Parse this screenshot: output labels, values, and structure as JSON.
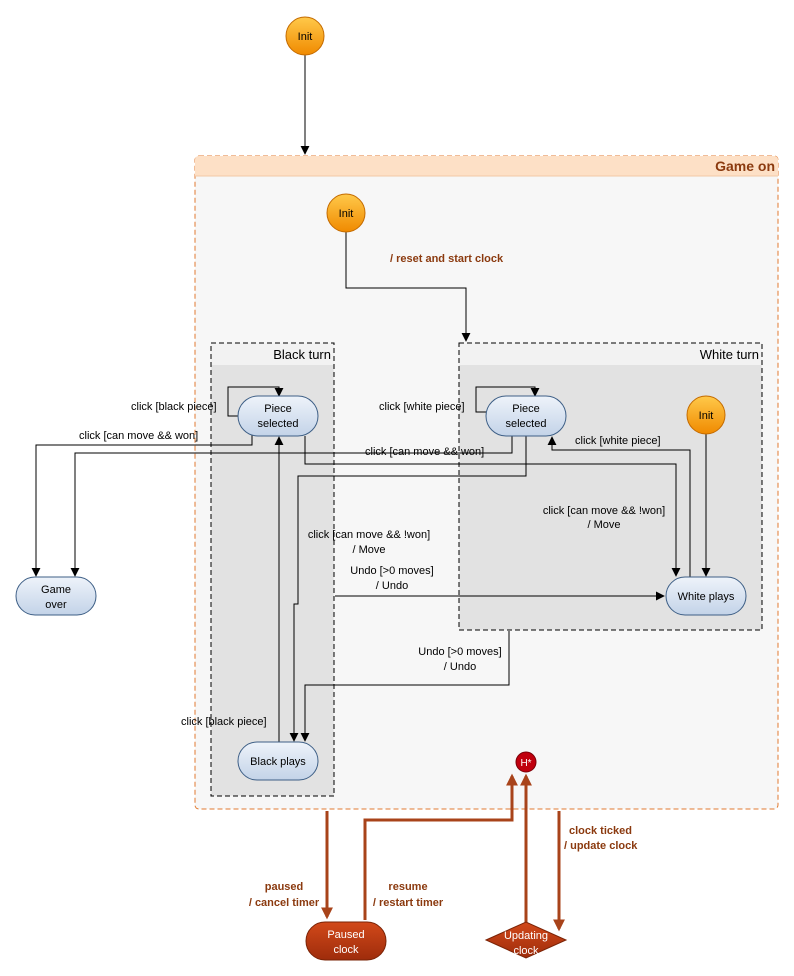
{
  "colors": {
    "init_fill": "#f7a21a",
    "state_fill": "#dbe5f1",
    "state_stroke": "#3e5f86",
    "game_on_fill": "#f7f7f7",
    "game_on_header": "#fde0c6",
    "game_on_border": "#e07a30",
    "turn_fill": "#e2e2e2",
    "brown": "#8b3a0f",
    "paused_fill": "#b83410",
    "history_fill": "#c0000e"
  },
  "nodes": {
    "init_top": "Init",
    "init_inner": "Init",
    "init_white": "Init",
    "black_piece_selected": [
      "Piece",
      "selected"
    ],
    "white_piece_selected": [
      "Piece",
      "selected"
    ],
    "game_over": [
      "Game",
      "over"
    ],
    "white_plays": "White plays",
    "black_plays": "Black plays",
    "history": "H*",
    "paused_clock": [
      "Paused",
      "clock"
    ],
    "updating_clock": [
      "Updating",
      "clock"
    ]
  },
  "containers": {
    "game_on": "Game on",
    "black_turn": "Black turn",
    "white_turn": "White turn"
  },
  "edges": {
    "reset_start": "/ reset and start clock",
    "click_black_piece_self": "click [black piece]",
    "click_white_piece_self": "click [white piece]",
    "click_won_black": "click [can move && won]",
    "click_won_white": "click [can move && won]",
    "click_white_piece": "click [white piece]",
    "white_move": [
      "click [can move && !won]",
      "/ Move"
    ],
    "black_move": [
      "click [can move && !won]",
      "/ Move"
    ],
    "undo_top": [
      "Undo [>0 moves]",
      "/ Undo"
    ],
    "undo_bottom": [
      "Undo [>0 moves]",
      "/ Undo"
    ],
    "click_black_piece": "click [black piece]",
    "paused": [
      "paused",
      "/ cancel timer"
    ],
    "resume": [
      "resume",
      "/ restart timer"
    ],
    "clock_ticked": [
      "clock ticked",
      "/ update clock"
    ]
  }
}
